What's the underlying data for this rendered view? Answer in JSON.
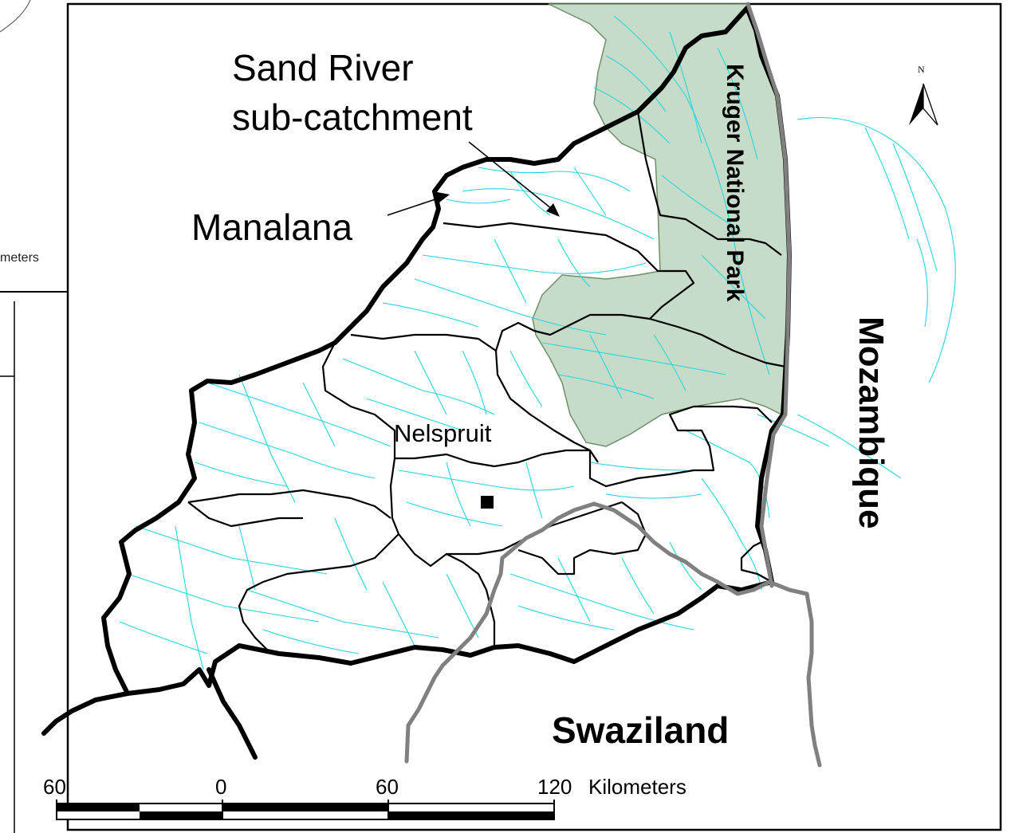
{
  "labels": {
    "sand_river_line1": "Sand River",
    "sand_river_line2": "sub-catchment",
    "manalana": "Manalana",
    "kruger": "Kruger National Park",
    "mozambique": "Mozambique",
    "nelspruit": "Nelspruit",
    "swaziland": "Swaziland",
    "north": "N",
    "inset_fragment": "meters"
  },
  "scale_bar": {
    "ticks": [
      "60",
      "0",
      "60",
      "120"
    ],
    "unit": "Kilometers"
  },
  "colors": {
    "park_fill": "#c7dcc8",
    "park_edge": "#6f8e6a",
    "rivers": "#22d6e0",
    "catchment_outline": "#000000",
    "national_border": "#808080"
  },
  "icons": [
    "north-arrow-icon",
    "town-marker-icon"
  ]
}
